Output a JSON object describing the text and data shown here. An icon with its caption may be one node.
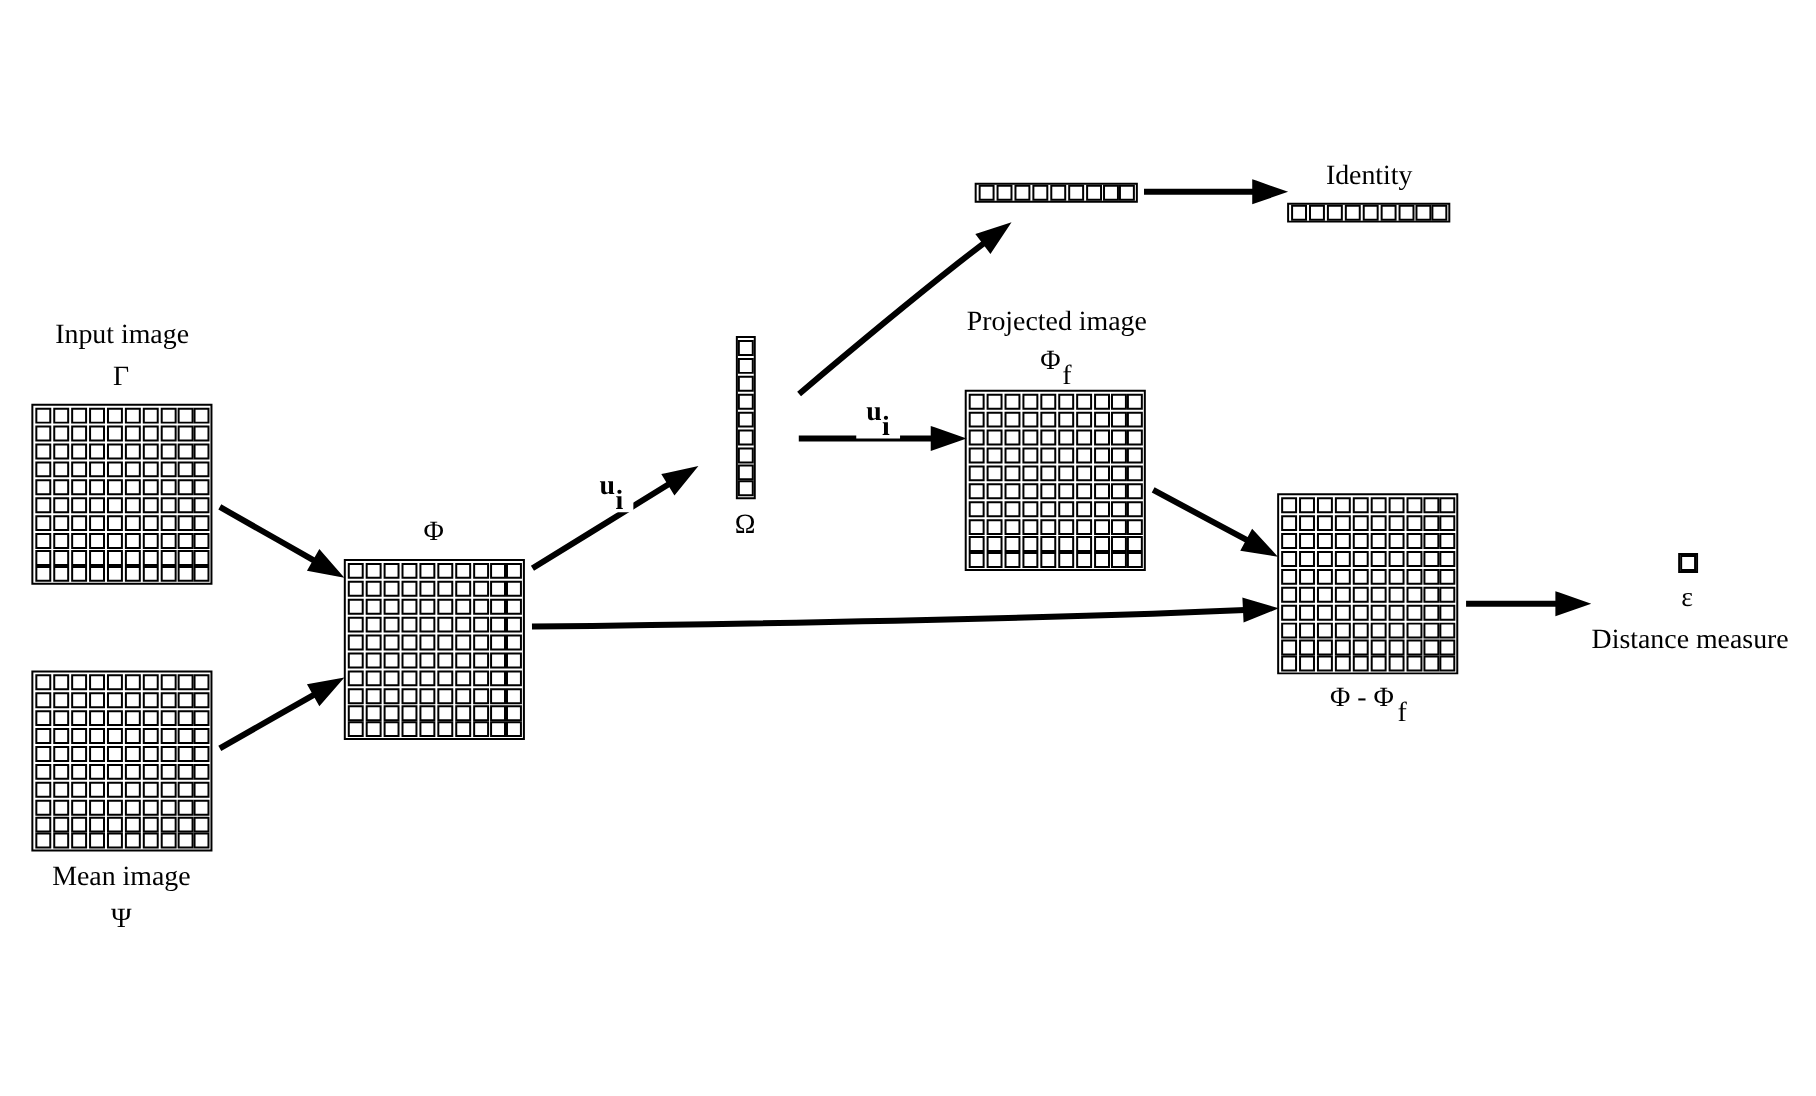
{
  "diagram": {
    "nodes": [
      {
        "text": [
          "Input image",
          "Γ"
        ]
      },
      {
        "text": [
          "Mean image",
          "Ψ"
        ]
      },
      {
        "text": [
          "Φ"
        ]
      },
      {
        "text": [
          "Ω"
        ]
      },
      {
        "text": [],
        "shape": "bar"
      },
      {
        "text": [
          "Identity"
        ]
      },
      {
        "text": [
          "Projected image",
          "Φ$_{f}$"
        ]
      },
      {
        "text": [
          "Φ - Φ$_{f}$"
        ]
      },
      {
        "text": [
          "ε",
          "Distance measure"
        ]
      }
    ],
    "edges": [
      {
        "from": 0,
        "to": 2,
        "arrow": "to"
      },
      {
        "from": 1,
        "to": 2,
        "arrow": "to"
      },
      {
        "from": 2,
        "to": 3,
        "arrow": "to",
        "label": "u$_{i}$"
      },
      {
        "from": 3,
        "to": 6,
        "arrow": "to",
        "label": "u$_{i}$"
      },
      {
        "from": 3,
        "to": 4,
        "arrow": "to"
      },
      {
        "from": 4,
        "to": 5,
        "arrow": "to"
      },
      {
        "from": 2,
        "to": 7,
        "arrow": "to"
      },
      {
        "from": 6,
        "to": 7,
        "arrow": "to"
      },
      {
        "from": 7,
        "to": 8,
        "arrow": "to"
      }
    ]
  }
}
